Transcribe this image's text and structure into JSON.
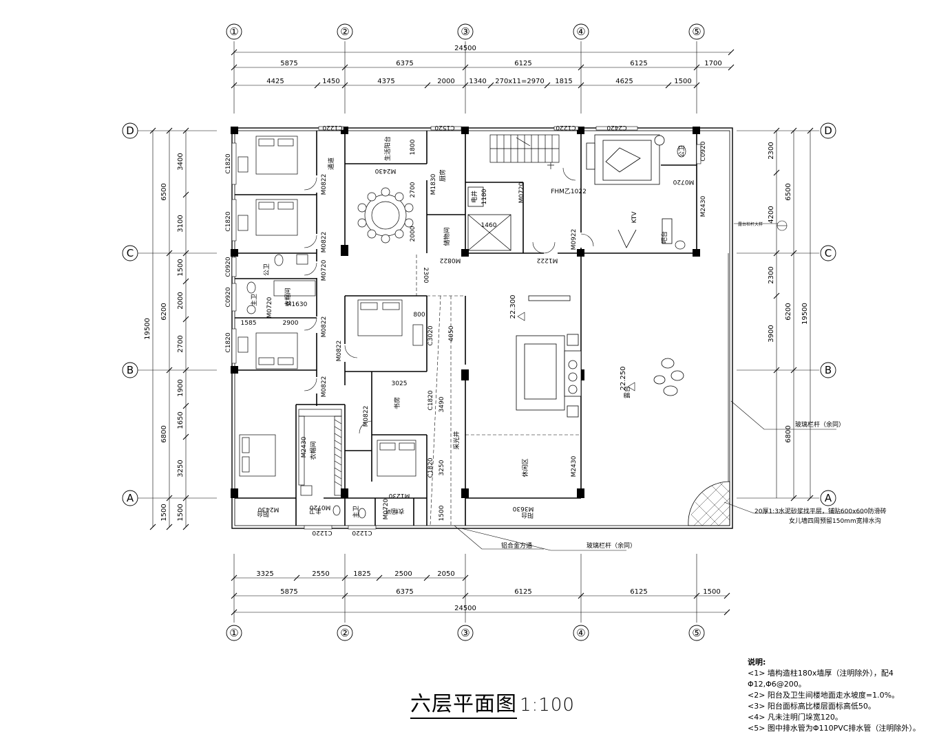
{
  "title": "六层平面图",
  "scale": "1:100",
  "axes_columns": [
    "①",
    "②",
    "③",
    "④",
    "⑤"
  ],
  "axes_rows": [
    "D",
    "C",
    "B",
    "A"
  ],
  "dims_top": {
    "total": "24500",
    "row1": [
      "5875",
      "6375",
      "6125",
      "6125",
      "1700"
    ],
    "row2": [
      "4425",
      "1450",
      "4375",
      "2000",
      "1340",
      "270x11=2970",
      "1815",
      "4625",
      "1500"
    ]
  },
  "dims_bottom": {
    "total": "24500",
    "row1": [
      "5875",
      "6375",
      "6125",
      "6125",
      "1500"
    ],
    "row2": [
      "3325",
      "2550",
      "1825",
      "2500",
      "2050"
    ]
  },
  "dims_left": {
    "total": "19500",
    "row1": [
      "6500",
      "6200",
      "6800",
      "1500"
    ],
    "row2": [
      "3400",
      "3100",
      "1500",
      "2000",
      "2700",
      "1900",
      "1650",
      "3250",
      "1500"
    ]
  },
  "dims_right": {
    "total": "19500",
    "row1": [
      "6500",
      "6200",
      "6800"
    ],
    "row2": [
      "2300",
      "4200",
      "2300",
      "3900"
    ]
  },
  "windows": [
    "C1220",
    "C1520",
    "C1220",
    "C2420",
    "C1820",
    "C1820",
    "C0920",
    "C0920",
    "C1820",
    "C0920",
    "C1220",
    "C1220",
    "C3020",
    "C1820",
    "C1820"
  ],
  "doors": [
    "M0822",
    "M0822",
    "M0720",
    "M0720",
    "M1630",
    "M0822",
    "M0822",
    "M0822",
    "M0822",
    "M2430",
    "M2430",
    "M0720",
    "M0720",
    "M1230",
    "M2430",
    "M1830",
    "M0720",
    "M0822",
    "M1222",
    "M0922",
    "FHM乙1022",
    "M0720",
    "M2430",
    "M2430",
    "M3630"
  ],
  "rooms": {
    "balcony_service": "生活阳台",
    "kitchen": "厨房",
    "elevator": "电井",
    "storage": "储物间",
    "ktv": "KTV",
    "public_wc": "公卫",
    "public_wc2": "公卫",
    "master_wc": "主卫",
    "cloak": "衣帽间",
    "cloak2": "衣帽间",
    "cloak3": "衣帽间",
    "study": "书房",
    "atrium": "采光井",
    "leisure": "休闲区",
    "terrace": "露台",
    "balcony": "阳台",
    "balcony2": "阳台",
    "walkway": "通道",
    "bar": "吧台",
    "master_wc2": "主卫",
    "master_wc3": "主卫"
  },
  "levels": [
    "22.300",
    "22.250"
  ],
  "misc_dims": [
    "1585",
    "2900",
    "800",
    "3025",
    "4050",
    "3490",
    "3250",
    "2300",
    "1800",
    "2700",
    "2000",
    "1180",
    "1500",
    "1460"
  ],
  "callouts": {
    "rail_right": "玻璃栏杆（余同）",
    "rail_bottom": "玻璃栏杆（余同）",
    "alu": "铝合金方通",
    "floor1": "20厚1:3水泥砂浆找平层，铺贴600x600防滑砖",
    "floor2": "女儿墙四周预留150mm宽排水沟",
    "roof_ref": "露台栏杆大样"
  },
  "notes": {
    "heading": "说明:",
    "items": [
      "<1> 墙构造柱180x墙厚（注明除外），配4 Φ12,Φ6@200。",
      "<2> 阳台及卫生间楼地面走水坡度=1.0%。",
      "<3> 阳台面标高比楼层面标高低50。",
      "<4> 凡未注明门垛宽120。",
      "<5> 图中排水管为Φ110PVC排水管（注明除外）。"
    ]
  }
}
